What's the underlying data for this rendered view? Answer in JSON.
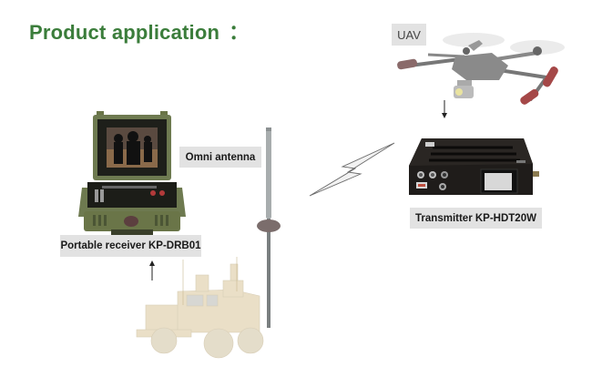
{
  "title": {
    "text": "Product application",
    "colon": "："
  },
  "colors": {
    "title_green": "#3b7d3b",
    "label_bg": "#e2e2e2",
    "receiver_case": "#6e7a50",
    "vehicle_tan": "#e8dcc0",
    "transmitter_body": "#1e1b18",
    "drone_gray": "#8a8a8a"
  },
  "nodes": {
    "uav": {
      "label": "UAV",
      "icon": "drone-icon"
    },
    "transmitter": {
      "label": "Transmitter KP-HDT20W",
      "icon": "transmitter-box-icon"
    },
    "antenna": {
      "label": "Omni antenna",
      "icon": "antenna-mast-icon"
    },
    "receiver": {
      "label": "Portable receiver KP-DRB01",
      "icon": "portable-receiver-case-icon"
    },
    "vehicle": {
      "icon": "armored-vehicle-icon"
    }
  },
  "links": [
    {
      "from": "uav",
      "to": "transmitter",
      "kind": "arrow-down"
    },
    {
      "from": "transmitter",
      "to": "antenna",
      "kind": "wireless-bolt"
    },
    {
      "from": "vehicle",
      "to": "receiver",
      "kind": "arrow-up"
    }
  ]
}
